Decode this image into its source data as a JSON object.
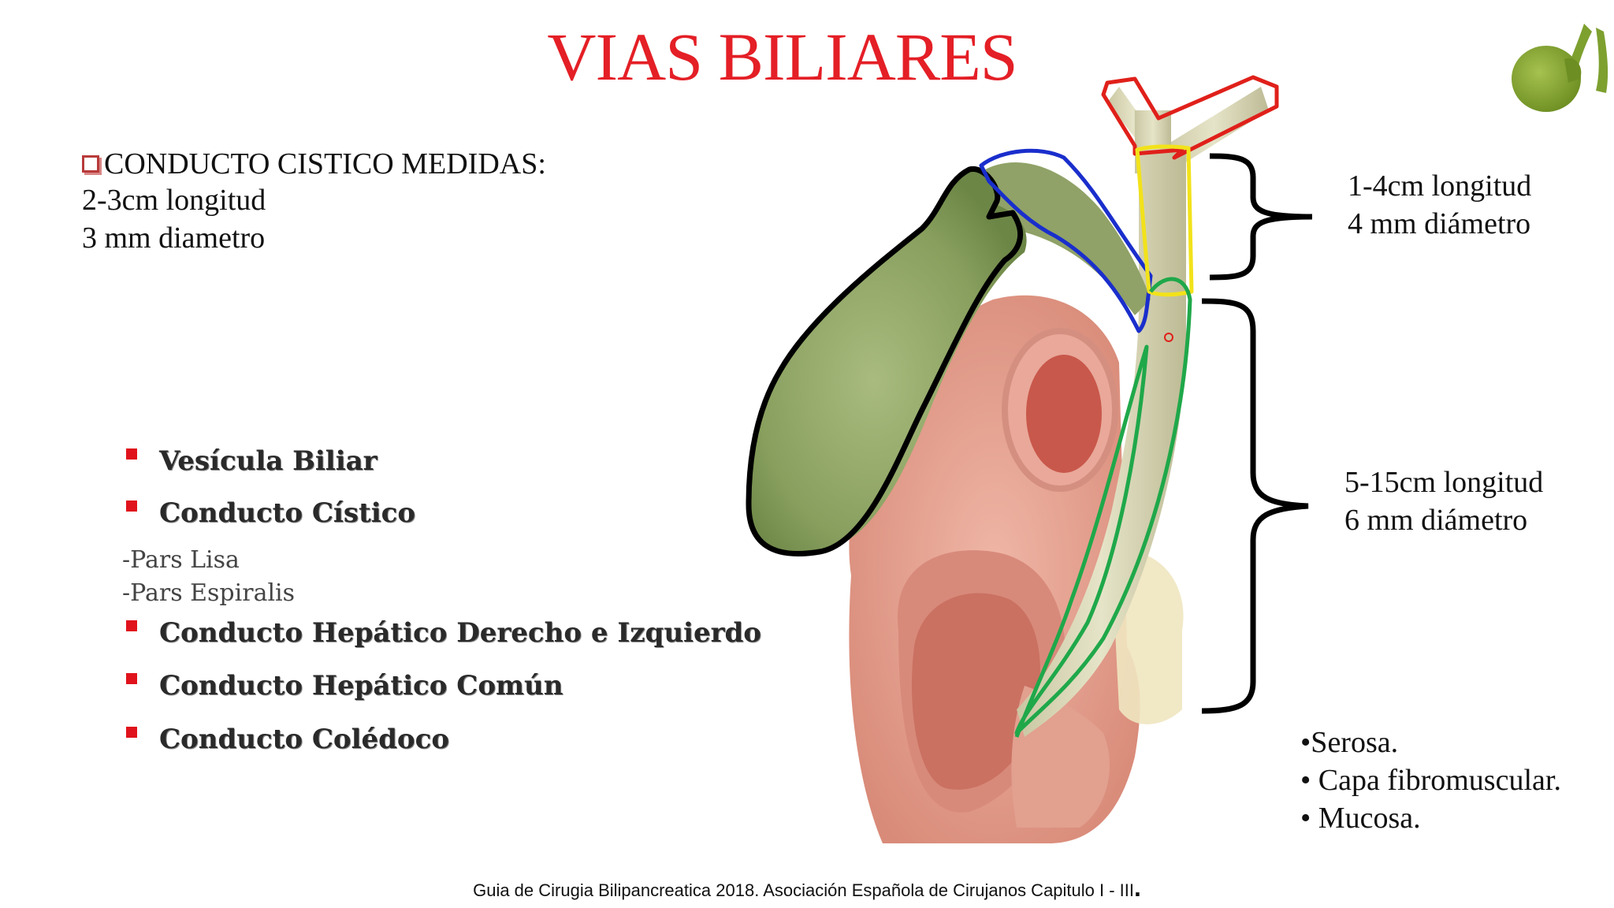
{
  "slide": {
    "title": "VIAS BILIARES",
    "cistico": {
      "heading": "CONDUCTO CISTICO MEDIDAS:",
      "length": "2-3cm longitud",
      "diameter": "3 mm diametro"
    },
    "structures": [
      {
        "label": "Vesícula Biliar"
      },
      {
        "label": "Conducto Cístico"
      },
      {
        "label": "Conducto Hepático Derecho e Izquierdo"
      },
      {
        "label": "Conducto Hepático Común"
      },
      {
        "label": "Conducto Colédoco"
      }
    ],
    "cistico_parts": [
      "-Pars Lisa",
      "-Pars Espiralis"
    ],
    "hepatico_comun": {
      "length": "1-4cm longitud",
      "diameter": "4 mm diámetro"
    },
    "coledoco": {
      "length": "5-15cm longitud",
      "diameter": "6 mm diámetro"
    },
    "layers": [
      "•Serosa.",
      "• Capa fibromuscular.",
      "• Mucosa."
    ],
    "reference": "Guia de Cirugia Bilipancreatica 2018. Asociación Española de Cirujanos Capitulo I - III",
    "reference_end": ".",
    "colors": {
      "title": "#e41f26",
      "gallbladder_outline": "#000000",
      "cystic_duct_outline": "#1a2ecc",
      "hepatic_ducts_outline": "#e0201a",
      "common_hepatic_outline": "#f2e21a",
      "common_bile_duct_outline": "#1fa84a"
    },
    "icons": [
      "gallbladder-icon"
    ]
  }
}
